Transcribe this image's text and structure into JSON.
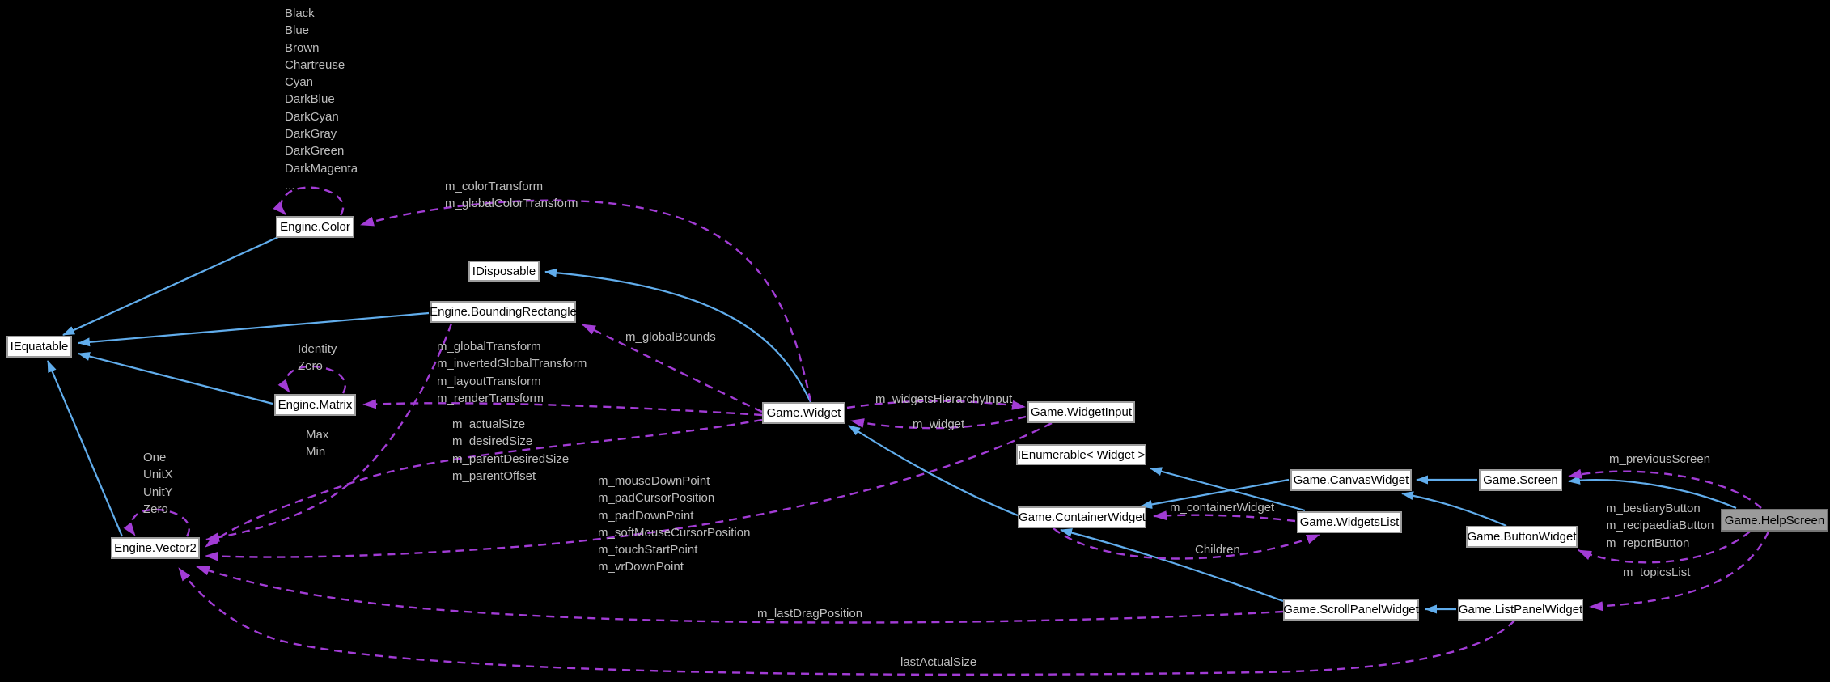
{
  "diagram": {
    "kind": "class-collaboration-graph",
    "colors": {
      "background": "#000000",
      "node_fill": "#ffffff",
      "node_border": "#9c9c9c",
      "highlighted_node_fill": "#9b9b9b",
      "inheritance_edge": "#61adec",
      "collaboration_edge": "#a23cd5",
      "edge_label_text": "#bdbdbd",
      "node_text": "#000000"
    },
    "nodes": [
      {
        "label": "Engine.Color",
        "highlighted": false
      },
      {
        "label": "IDisposable",
        "highlighted": false
      },
      {
        "label": "Engine.BoundingRectangle",
        "highlighted": false
      },
      {
        "label": "IEquatable",
        "highlighted": false
      },
      {
        "label": "Engine.Matrix",
        "highlighted": false
      },
      {
        "label": "Game.Widget",
        "highlighted": false
      },
      {
        "label": "Game.WidgetInput",
        "highlighted": false
      },
      {
        "label": "IEnumerable< Widget >",
        "highlighted": false
      },
      {
        "label": "Game.CanvasWidget",
        "highlighted": false
      },
      {
        "label": "Game.Screen",
        "highlighted": false
      },
      {
        "label": "Game.ContainerWidget",
        "highlighted": false
      },
      {
        "label": "Game.WidgetsList",
        "highlighted": false
      },
      {
        "label": "Game.ButtonWidget",
        "highlighted": false
      },
      {
        "label": "Game.HelpScreen",
        "highlighted": true
      },
      {
        "label": "Engine.Vector2",
        "highlighted": false
      },
      {
        "label": "Game.ScrollPanelWidget",
        "highlighted": false
      },
      {
        "label": "Game.ListPanelWidget",
        "highlighted": false
      }
    ],
    "edges": [
      {
        "from": "Engine.Color",
        "to": "Engine.Color",
        "relation": "member",
        "label": "Black\nBlue\nBrown\nChartreuse\nCyan\nDarkBlue\nDarkCyan\nDarkGray\nDarkGreen\nDarkMagenta\n..."
      },
      {
        "from": "Game.Widget",
        "to": "Engine.Color",
        "relation": "member",
        "label": "m_colorTransform\nm_globalColorTransform"
      },
      {
        "from": "Game.Widget",
        "to": "Engine.BoundingRectangle",
        "relation": "member",
        "label": "m_globalBounds"
      },
      {
        "from": "Engine.Matrix",
        "to": "Engine.Matrix",
        "relation": "member",
        "label": "Identity\nZero"
      },
      {
        "from": "Game.Widget",
        "to": "Engine.Matrix",
        "relation": "member",
        "label": "m_globalTransform\nm_invertedGlobalTransform\nm_layoutTransform\nm_renderTransform"
      },
      {
        "from": "Engine.BoundingRectangle",
        "to": "Engine.Vector2",
        "relation": "member",
        "label": "Max\nMin"
      },
      {
        "from": "Engine.Vector2",
        "to": "Engine.Vector2",
        "relation": "member",
        "label": "One\nUnitX\nUnitY\nZero"
      },
      {
        "from": "Game.Widget",
        "to": "Engine.Vector2",
        "relation": "member",
        "label": "m_actualSize\nm_desiredSize\nm_parentDesiredSize\nm_parentOffset"
      },
      {
        "from": "Game.WidgetInput",
        "to": "Engine.Vector2",
        "relation": "member",
        "label": "m_mouseDownPoint\nm_padCursorPosition\nm_padDownPoint\nm_softMouseCursorPosition\nm_touchStartPoint\nm_vrDownPoint"
      },
      {
        "from": "Game.Widget",
        "to": "Game.WidgetInput",
        "relation": "member",
        "label": "m_widgetsHierarchyInput"
      },
      {
        "from": "Game.WidgetInput",
        "to": "Game.Widget",
        "relation": "member",
        "label": "m_widget"
      },
      {
        "from": "Game.WidgetsList",
        "to": "Game.ContainerWidget",
        "relation": "member",
        "label": "m_containerWidget"
      },
      {
        "from": "Game.ContainerWidget",
        "to": "Game.WidgetsList",
        "relation": "member",
        "label": "Children"
      },
      {
        "from": "Game.HelpScreen",
        "to": "Game.Screen",
        "relation": "member",
        "label": "m_previousScreen"
      },
      {
        "from": "Game.HelpScreen",
        "to": "Game.ButtonWidget",
        "relation": "member",
        "label": "m_bestiaryButton\nm_recipaediaButton\nm_reportButton"
      },
      {
        "from": "Game.HelpScreen",
        "to": "Game.ListPanelWidget",
        "relation": "member",
        "label": "m_topicsList"
      },
      {
        "from": "Game.ScrollPanelWidget",
        "to": "Engine.Vector2",
        "relation": "member",
        "label": "m_lastDragPosition"
      },
      {
        "from": "Game.ListPanelWidget",
        "to": "Engine.Vector2",
        "relation": "member",
        "label": "lastActualSize"
      },
      {
        "from": "Engine.Color",
        "to": "IEquatable",
        "relation": "inherits",
        "label": ""
      },
      {
        "from": "Engine.BoundingRectangle",
        "to": "IEquatable",
        "relation": "inherits",
        "label": ""
      },
      {
        "from": "Engine.Matrix",
        "to": "IEquatable",
        "relation": "inherits",
        "label": ""
      },
      {
        "from": "Engine.Vector2",
        "to": "IEquatable",
        "relation": "inherits",
        "label": ""
      },
      {
        "from": "Game.Widget",
        "to": "IDisposable",
        "relation": "inherits",
        "label": ""
      },
      {
        "from": "Game.ContainerWidget",
        "to": "Game.Widget",
        "relation": "inherits",
        "label": ""
      },
      {
        "from": "Game.WidgetsList",
        "to": "IEnumerable< Widget >",
        "relation": "inherits",
        "label": ""
      },
      {
        "from": "Game.CanvasWidget",
        "to": "Game.ContainerWidget",
        "relation": "inherits",
        "label": ""
      },
      {
        "from": "Game.Screen",
        "to": "Game.CanvasWidget",
        "relation": "inherits",
        "label": ""
      },
      {
        "from": "Game.HelpScreen",
        "to": "Game.Screen",
        "relation": "inherits",
        "label": ""
      },
      {
        "from": "Game.ButtonWidget",
        "to": "Game.CanvasWidget",
        "relation": "inherits",
        "label": ""
      },
      {
        "from": "Game.ScrollPanelWidget",
        "to": "Game.ContainerWidget",
        "relation": "inherits",
        "label": ""
      },
      {
        "from": "Game.ListPanelWidget",
        "to": "Game.ScrollPanelWidget",
        "relation": "inherits",
        "label": ""
      }
    ]
  }
}
